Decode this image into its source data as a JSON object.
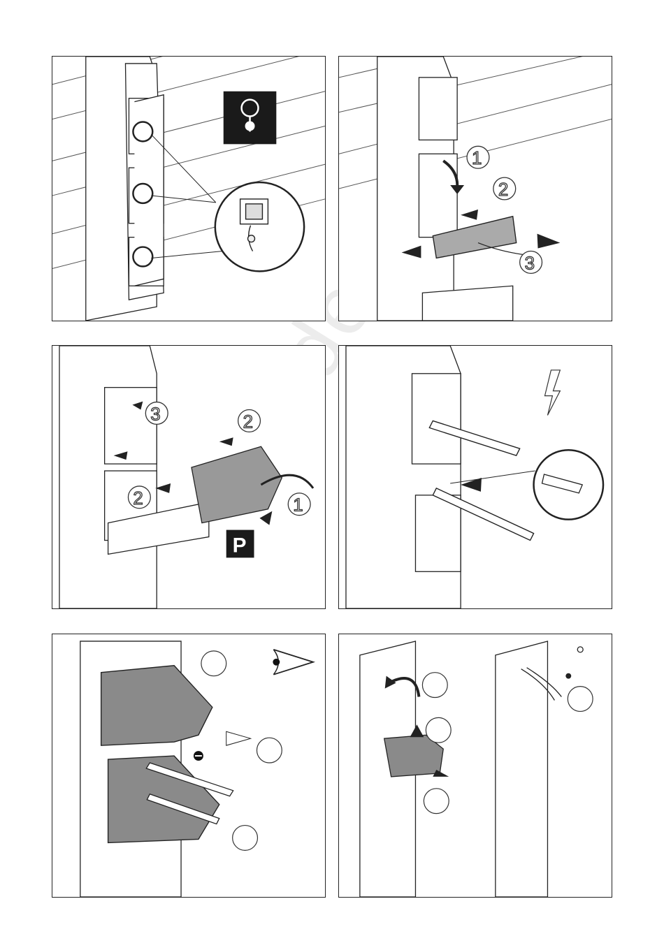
{
  "watermark": "all-guides.com",
  "panels": [
    {
      "id": 1,
      "callouts": []
    },
    {
      "id": 2,
      "callouts": [
        "1",
        "2",
        "3"
      ]
    },
    {
      "id": 3,
      "callouts": [
        "3",
        "2",
        "2",
        "1"
      ],
      "badge": "P"
    },
    {
      "id": 4,
      "callouts": []
    },
    {
      "id": 5,
      "callouts": []
    },
    {
      "id": 6,
      "callouts": []
    }
  ]
}
